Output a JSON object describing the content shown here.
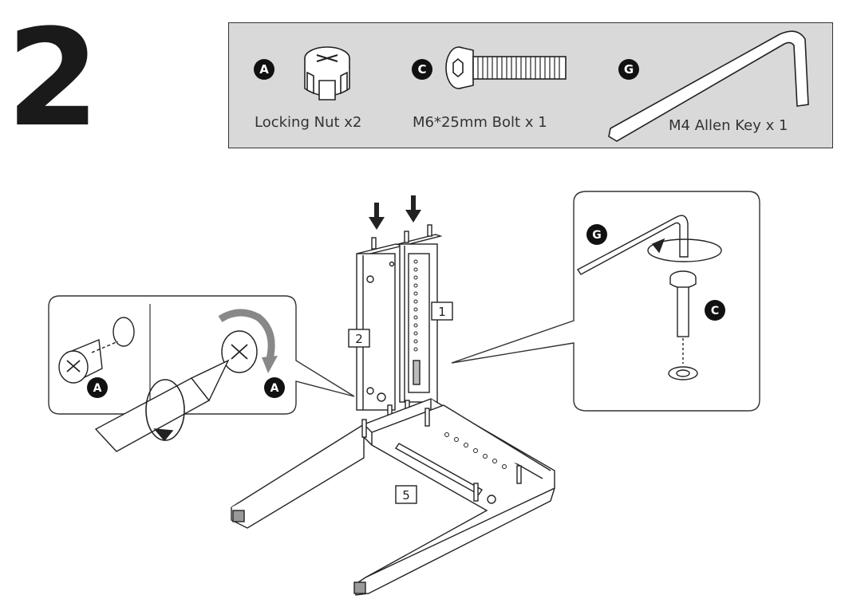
{
  "step": {
    "number": "2"
  },
  "parts": [
    {
      "letter": "A",
      "caption": "Locking Nut x2",
      "icon": "locking-nut-icon"
    },
    {
      "letter": "C",
      "caption": "M6*25mm Bolt x 1",
      "icon": "bolt-icon"
    },
    {
      "letter": "G",
      "caption": "M4 Allen Key x 1",
      "icon": "allen-key-icon"
    }
  ],
  "callouts": {
    "left": {
      "label_a1": "A",
      "label_a2": "A"
    },
    "right": {
      "label_g": "G",
      "label_c": "C"
    }
  },
  "panels": {
    "p1": "1",
    "p2": "2",
    "p5": "5"
  },
  "colors": {
    "panel_bg": "#d9d9d9",
    "badge": "#111111",
    "line": "#333333"
  }
}
